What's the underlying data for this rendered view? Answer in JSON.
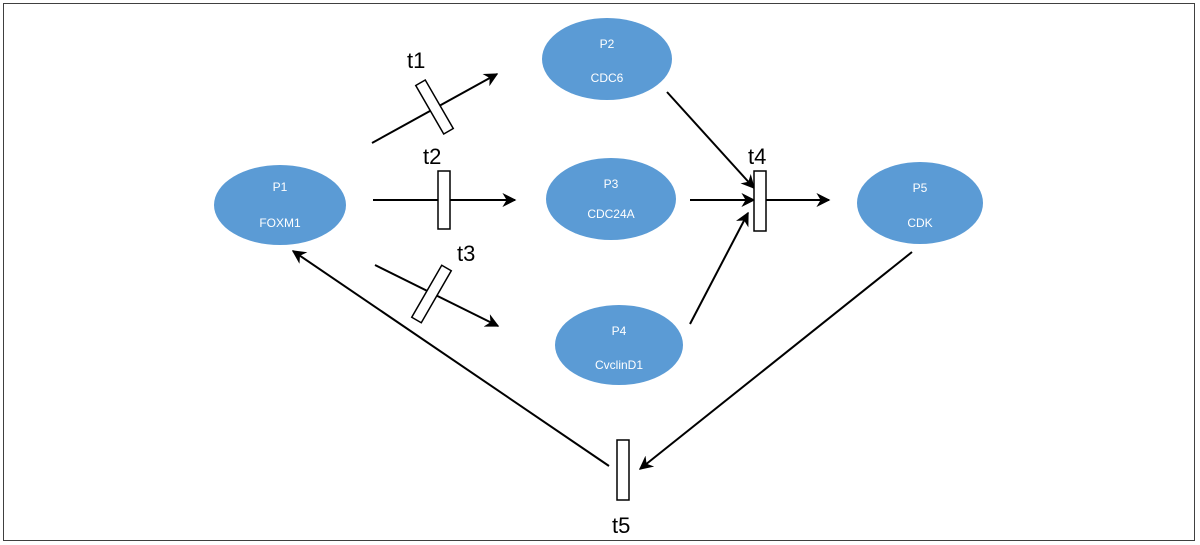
{
  "diagram": {
    "colors": {
      "place_fill": "#5b9bd5",
      "place_text": "#ffffff",
      "line": "#000000"
    },
    "places": [
      {
        "id": "P1",
        "name": "FOXM1"
      },
      {
        "id": "P2",
        "name": "CDC6"
      },
      {
        "id": "P3",
        "name": "CDC24A"
      },
      {
        "id": "P4",
        "name": "CvclinD1"
      },
      {
        "id": "P5",
        "name": "CDK"
      }
    ],
    "transitions": [
      {
        "label": "t1"
      },
      {
        "label": "t2"
      },
      {
        "label": "t3"
      },
      {
        "label": "t4"
      },
      {
        "label": "t5"
      }
    ]
  }
}
